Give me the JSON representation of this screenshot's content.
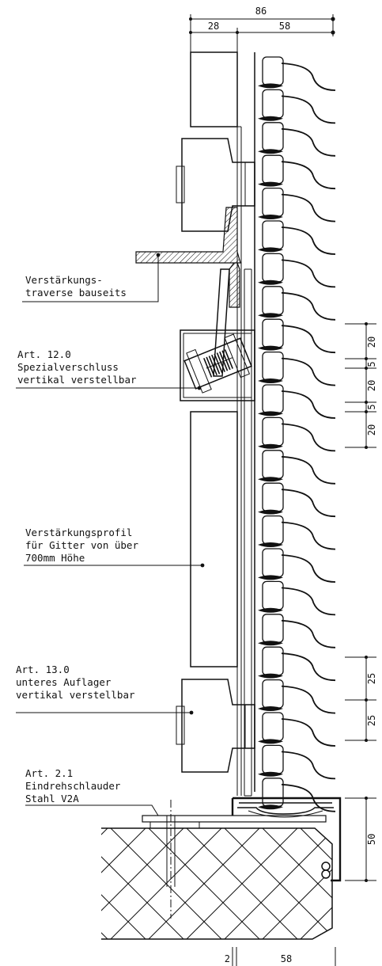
{
  "dimensions": {
    "top_total": "86",
    "top_left": "28",
    "top_right": "58",
    "bottom_left": "2",
    "bottom_right": "58",
    "right_side": [
      "20",
      "5",
      "20",
      "5",
      "20",
      "25",
      "25",
      "50"
    ]
  },
  "labels": [
    {
      "lines": [
        "Verstärkungs-",
        "traverse bauseits"
      ]
    },
    {
      "lines": [
        "Art. 12.0",
        "Spezialverschluss",
        "vertikal verstellbar"
      ]
    },
    {
      "lines": [
        "Verstärkungsprofil",
        "für Gitter von über",
        "700mm Höhe"
      ]
    },
    {
      "lines": [
        "Art. 13.0",
        "unteres Auflager",
        "vertikal verstellbar"
      ]
    },
    {
      "lines": [
        "Art. 2.1",
        "Eindrehschlauder",
        "Stahl V2A"
      ]
    }
  ]
}
